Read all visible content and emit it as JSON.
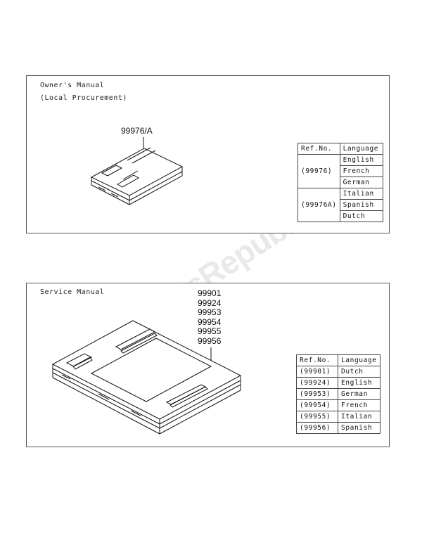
{
  "owners_section": {
    "caption_line1": "Owner's Manual",
    "caption_line2": "(Local Procurement)",
    "part_label": "99976/A",
    "table": {
      "headers": [
        "Ref.No.",
        "Language"
      ],
      "groups": [
        {
          "ref": "(99976)",
          "languages": [
            "English",
            "French",
            "German"
          ]
        },
        {
          "ref": "(99976A)",
          "languages": [
            "Italian",
            "Spanish",
            "Dutch"
          ]
        }
      ]
    }
  },
  "service_section": {
    "caption": "Service Manual",
    "part_numbers": [
      "99901",
      "99924",
      "99953",
      "99954",
      "99955",
      "99956"
    ],
    "table": {
      "headers": [
        "Ref.No.",
        "Language"
      ],
      "rows": [
        {
          "ref": "(99901)",
          "language": "Dutch"
        },
        {
          "ref": "(99924)",
          "language": "English"
        },
        {
          "ref": "(99953)",
          "language": "German"
        },
        {
          "ref": "(99954)",
          "language": "French"
        },
        {
          "ref": "(99955)",
          "language": "Italian"
        },
        {
          "ref": "(99956)",
          "language": "Spanish"
        }
      ]
    }
  },
  "watermark": {
    "text": "PartsRepublik"
  },
  "icons": {
    "watermark_gear": "gear-icon"
  }
}
